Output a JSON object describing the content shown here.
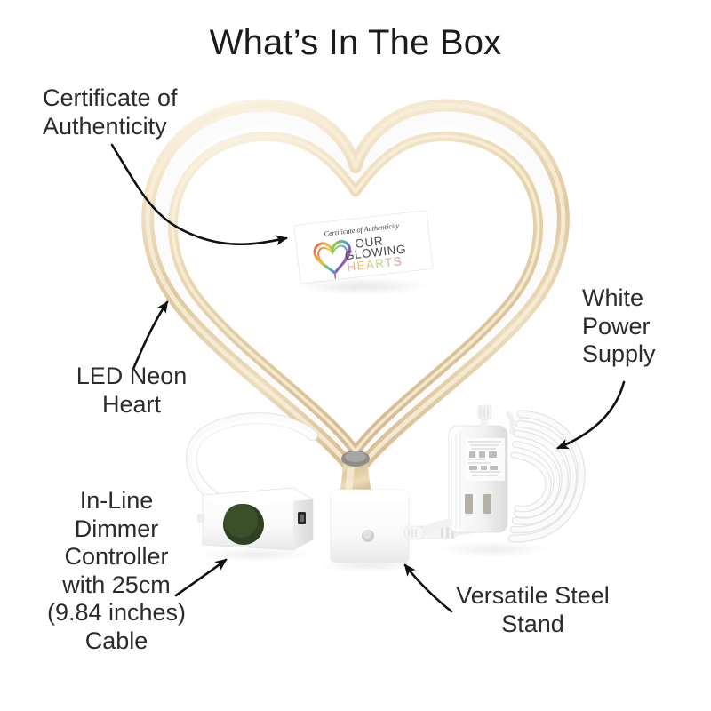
{
  "page": {
    "title": "What’s In The Box",
    "background_color": "#ffffff",
    "text_color": "#2b2b2b"
  },
  "callouts": [
    {
      "id": "certificate",
      "label": "Certificate of\nAuthenticity",
      "target": "certificate-card"
    },
    {
      "id": "led-neon-heart",
      "label": "LED Neon\nHeart",
      "target": "neon-heart"
    },
    {
      "id": "dimmer",
      "label": "In-Line\nDimmer\nController\nwith 25cm\n(9.84 inches)\nCable",
      "target": "dimmer-controller"
    },
    {
      "id": "power-supply",
      "label": "White\nPower\nSupply",
      "target": "power-supply"
    },
    {
      "id": "stand",
      "label": "Versatile Steel\nStand",
      "target": "steel-stand"
    }
  ],
  "products": {
    "neon_heart": {
      "name": "LED Neon Heart",
      "tube_color": "#e3cfa5",
      "tube_highlight": "#f6ecd9",
      "glow_color": "#ffffff",
      "stem_cap_color": "#8f8d8c"
    },
    "certificate_card": {
      "heading": "Certificate of Authenticity",
      "brand_line_1": "OUR",
      "brand_line_2": "GLOWING",
      "brand_line_3": "HEARTS",
      "brand_color": "#4a4a4a",
      "accent_color": "#ef8fa8",
      "card_color": "#ffffff",
      "logo": "rainbow-heart"
    },
    "dimmer_controller": {
      "name": "In-Line Dimmer Controller",
      "body_color": "#f7f7f7",
      "dial_color": "#2f4023"
    },
    "steel_stand": {
      "name": "Versatile Steel Stand",
      "body_color": "#fbfbfb",
      "button_color": "#cfcfcf",
      "connector_tip_color": "#e6c13a"
    },
    "power_supply": {
      "name": "White Power Supply",
      "body_color": "#f4f4f4",
      "prong_color": "#b5b0a6",
      "cable_color": "#f2f2f2"
    }
  },
  "rainbow_stops": [
    "#e4524a",
    "#ef8b3c",
    "#efc63c",
    "#7cc05a",
    "#4aa8d8",
    "#7b62b8",
    "#c45aa8"
  ]
}
